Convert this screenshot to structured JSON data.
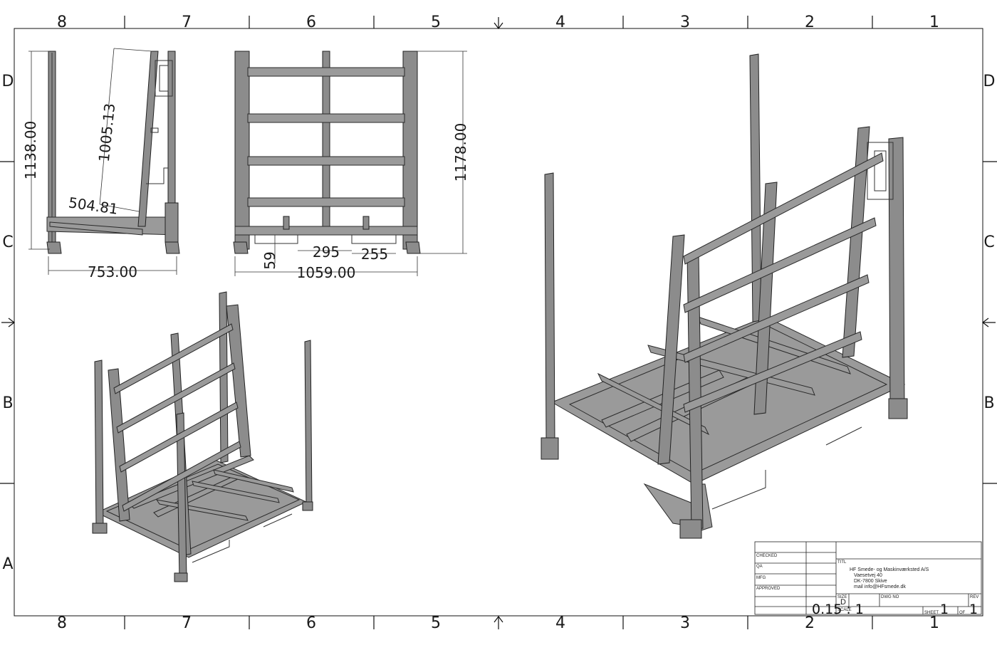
{
  "border": {
    "columns": [
      "8",
      "7",
      "6",
      "5",
      "4",
      "3",
      "2",
      "1"
    ],
    "rows": [
      "D",
      "C",
      "B",
      "A"
    ]
  },
  "dimensions": {
    "side_height": "1138.00",
    "side_diag": "1005.13",
    "side_inner": "504.81",
    "side_width": "753.00",
    "front_height": "1178.00",
    "front_width": "1059.00",
    "front_d1": "59",
    "front_d2": "295",
    "front_d3": "255"
  },
  "title_block": {
    "checked": "CHECKED",
    "qa": "QA",
    "mfg": "MFG",
    "approved": "APPROVED",
    "titl": "TITL",
    "company": "HF Smede- og Maskinværksted A/S",
    "street": "Vaesetvej 40",
    "city": "DK-7800 Skive",
    "mail": "mail info@HFsmede.dk",
    "size_label": "SIZE",
    "size_value": "D",
    "dwg_label": "DWG NO",
    "rev_label": "REV",
    "scale_label": "SCALE",
    "scale_value": "0.15 : 1",
    "sheet_label": "SHEET",
    "sheet_value": "1",
    "of_label": "OF",
    "of_value": "1"
  },
  "colors": {
    "line": "#111111",
    "steel": "#9a9a9a",
    "steel_dark": "#6f6f6f"
  }
}
